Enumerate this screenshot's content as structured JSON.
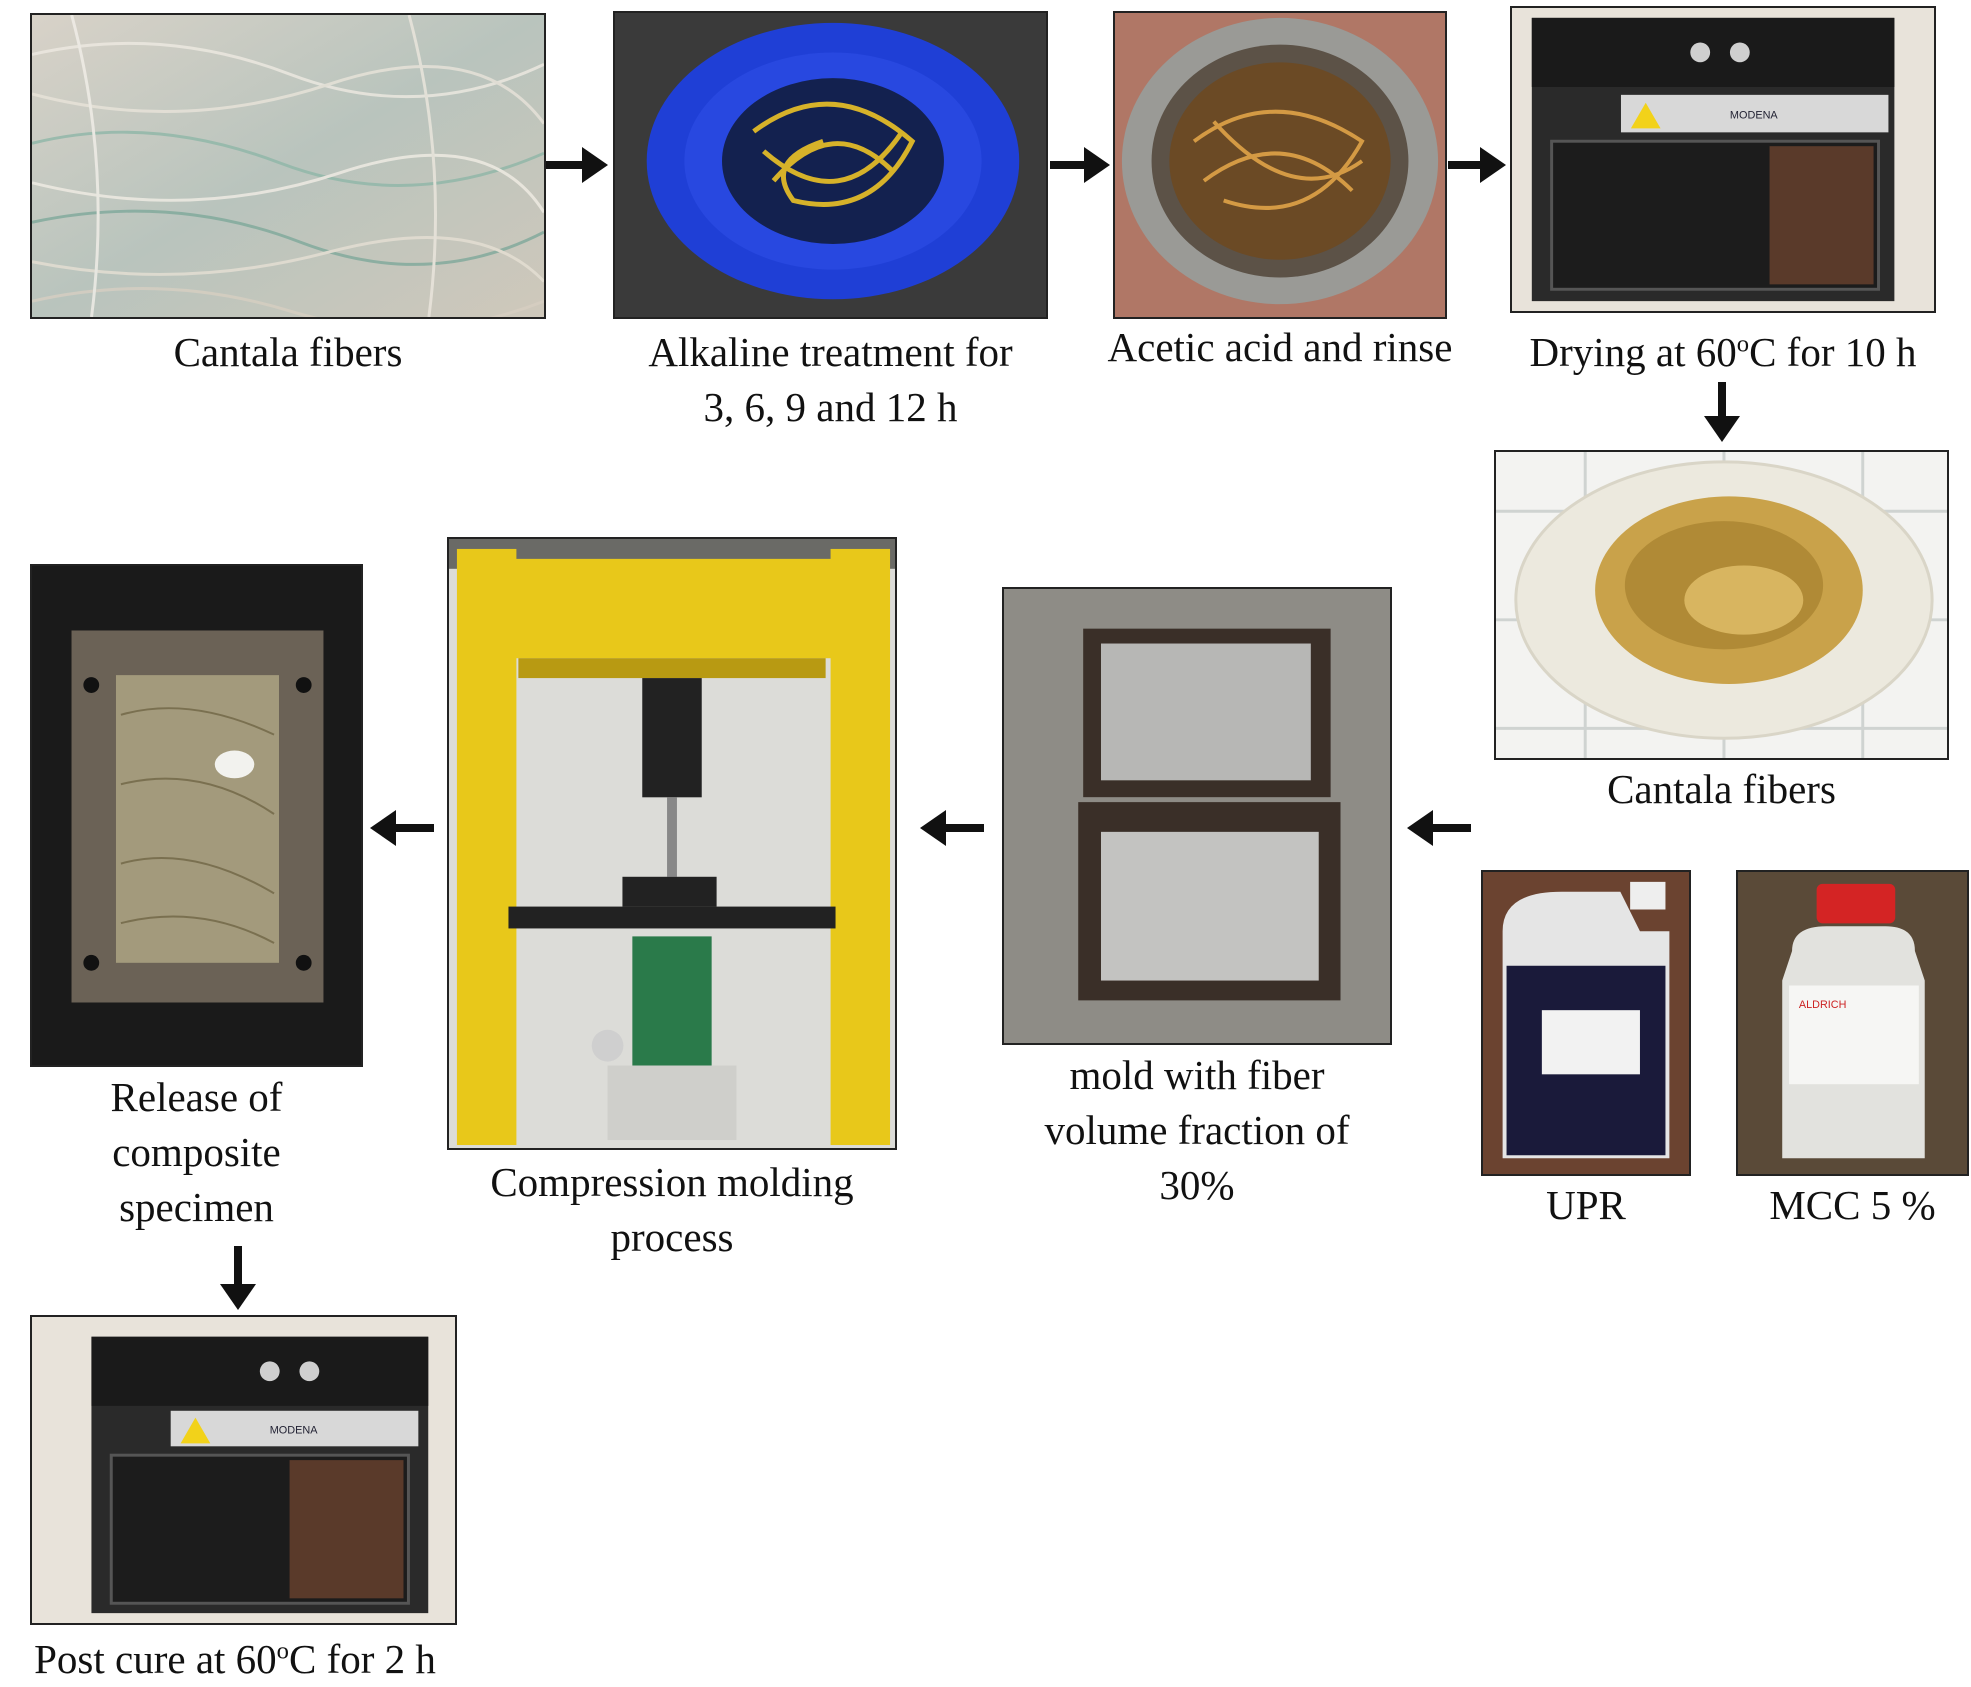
{
  "steps": {
    "cantala_fibers": {
      "label": "Cantala fibers"
    },
    "alkaline": {
      "line1": "Alkaline treatment for",
      "line2": "3, 6, 9 and 12 h"
    },
    "acetic": {
      "label": "Acetic acid and rinse"
    },
    "drying": {
      "prefix": "Drying at 60",
      "sup": "o",
      "suffix": "C for 10 h"
    },
    "treated_fibers": {
      "label": "Cantala fibers"
    },
    "upr": {
      "label": "UPR"
    },
    "mcc": {
      "label": "MCC 5 %"
    },
    "mold": {
      "line1": "mold with fiber",
      "line2": "volume fraction of",
      "line3": "30%"
    },
    "compression": {
      "line1": "Compression molding",
      "line2": "process"
    },
    "release": {
      "line1": "Release of",
      "line2": "composite",
      "line3": "specimen"
    },
    "post_cure": {
      "prefix": "Post cure at 60",
      "sup": "o",
      "suffix": "C for 2 h"
    }
  },
  "photo_text": {
    "oven_brand": "MODENA",
    "flask_brand": "ALDRICH"
  },
  "colors": {
    "arrow": "#111111",
    "bowl_blue": "#1f3fd6",
    "press_yellow": "#e8c81a",
    "fiber_tan": "#c9a24a"
  }
}
